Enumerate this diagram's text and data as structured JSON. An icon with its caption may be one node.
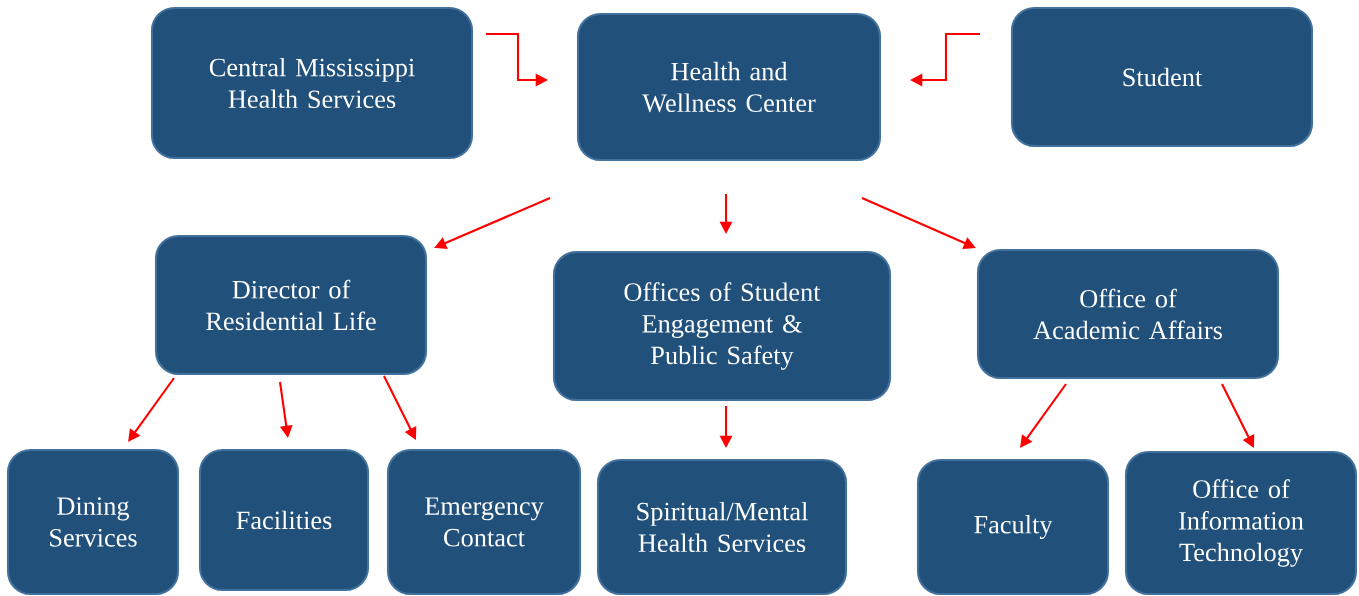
{
  "diagram": {
    "nodes": [
      {
        "text": [
          "Central Mississippi Health Services"
        ]
      },
      {
        "text": [
          "Health and Wellness Center"
        ]
      },
      {
        "text": [
          "Student"
        ]
      },
      {
        "text": [
          "Director of Residential Life"
        ]
      },
      {
        "text": [
          "Offices of Student Engagement & Public Safety"
        ]
      },
      {
        "text": [
          "Office of Academic Affairs"
        ]
      },
      {
        "text": [
          "Dining Services"
        ]
      },
      {
        "text": [
          "Facilities"
        ]
      },
      {
        "text": [
          "Emergency Contact"
        ]
      },
      {
        "text": [
          "Spiritual/Mental Health Services"
        ]
      },
      {
        "text": [
          "Faculty"
        ]
      },
      {
        "text": [
          "Office of Information Technology"
        ]
      }
    ],
    "edges": [
      {
        "from": 0,
        "to": 1,
        "arrow": "to"
      },
      {
        "from": 2,
        "to": 1,
        "arrow": "to"
      },
      {
        "from": 1,
        "to": 3,
        "arrow": "to"
      },
      {
        "from": 1,
        "to": 4,
        "arrow": "to"
      },
      {
        "from": 1,
        "to": 5,
        "arrow": "to"
      },
      {
        "from": 3,
        "to": 6,
        "arrow": "to"
      },
      {
        "from": 3,
        "to": 7,
        "arrow": "to"
      },
      {
        "from": 3,
        "to": 8,
        "arrow": "to"
      },
      {
        "from": 4,
        "to": 9,
        "arrow": "to"
      },
      {
        "from": 5,
        "to": 10,
        "arrow": "to"
      },
      {
        "from": 5,
        "to": 11,
        "arrow": "to"
      }
    ]
  }
}
